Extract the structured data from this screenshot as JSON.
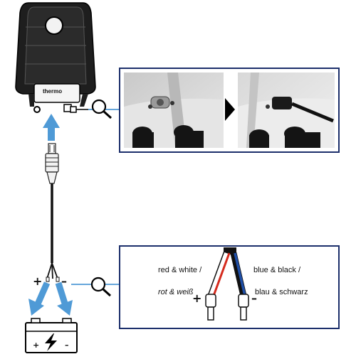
{
  "heater": {
    "brand": "thermo"
  },
  "cable": {
    "plus": "+",
    "minus": "–"
  },
  "battery": {
    "plus": "+",
    "minus": "–"
  },
  "detail_panel": {
    "label_red_white_en": "red & white /",
    "label_red_white_de": "rot & weiß",
    "label_blue_black_en": "blue & black /",
    "label_blue_black_de": "blau & schwarz",
    "plus": "+",
    "minus": "–"
  },
  "colors": {
    "panel_border": "#1c2f6b",
    "arrow": "#4f9ad6",
    "wire_red": "#d52b1e",
    "wire_blue": "#1f4fa8"
  },
  "icons": [
    "magnifier-icon",
    "magnifier-icon",
    "arrow-right-icon",
    "lightning-icon"
  ]
}
